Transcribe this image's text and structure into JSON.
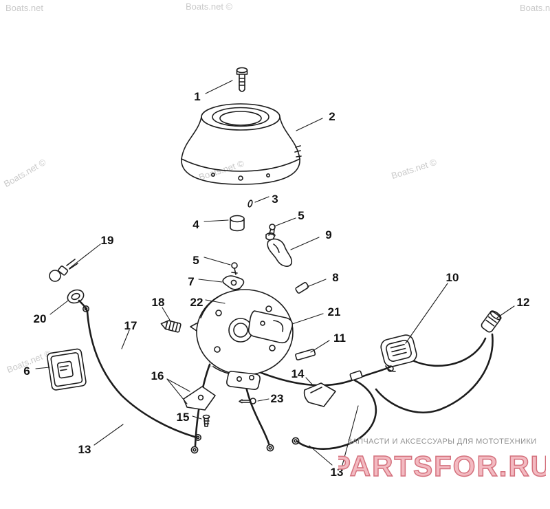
{
  "page": {
    "background": "#ffffff",
    "line_color": "#1c1c1c"
  },
  "watermark": {
    "text": "Boats.net ©",
    "short": "Boats.net",
    "color": "#c9c9c9"
  },
  "branding": {
    "tagline": "ЗАПЧАСТИ И АКСЕССУАРЫ ДЛЯ МОТОТЕХНИКИ",
    "logo": "PARTSFOR.RU",
    "logo_fill": "#f3bac1",
    "logo_stroke": "#d4717d",
    "tagline_color": "#8f8f8f"
  },
  "diagram": {
    "callouts": [
      {
        "label": "1"
      },
      {
        "label": "2"
      },
      {
        "label": "3"
      },
      {
        "label": "4"
      },
      {
        "label": "5"
      },
      {
        "label": "9"
      },
      {
        "label": "5"
      },
      {
        "label": "7"
      },
      {
        "label": "8"
      },
      {
        "label": "22"
      },
      {
        "label": "18"
      },
      {
        "label": "21"
      },
      {
        "label": "11"
      },
      {
        "label": "10"
      },
      {
        "label": "12"
      },
      {
        "label": "14"
      },
      {
        "label": "19"
      },
      {
        "label": "20"
      },
      {
        "label": "6"
      },
      {
        "label": "17"
      },
      {
        "label": "16"
      },
      {
        "label": "15"
      },
      {
        "label": "23"
      },
      {
        "label": "13"
      },
      {
        "label": "13"
      }
    ]
  }
}
